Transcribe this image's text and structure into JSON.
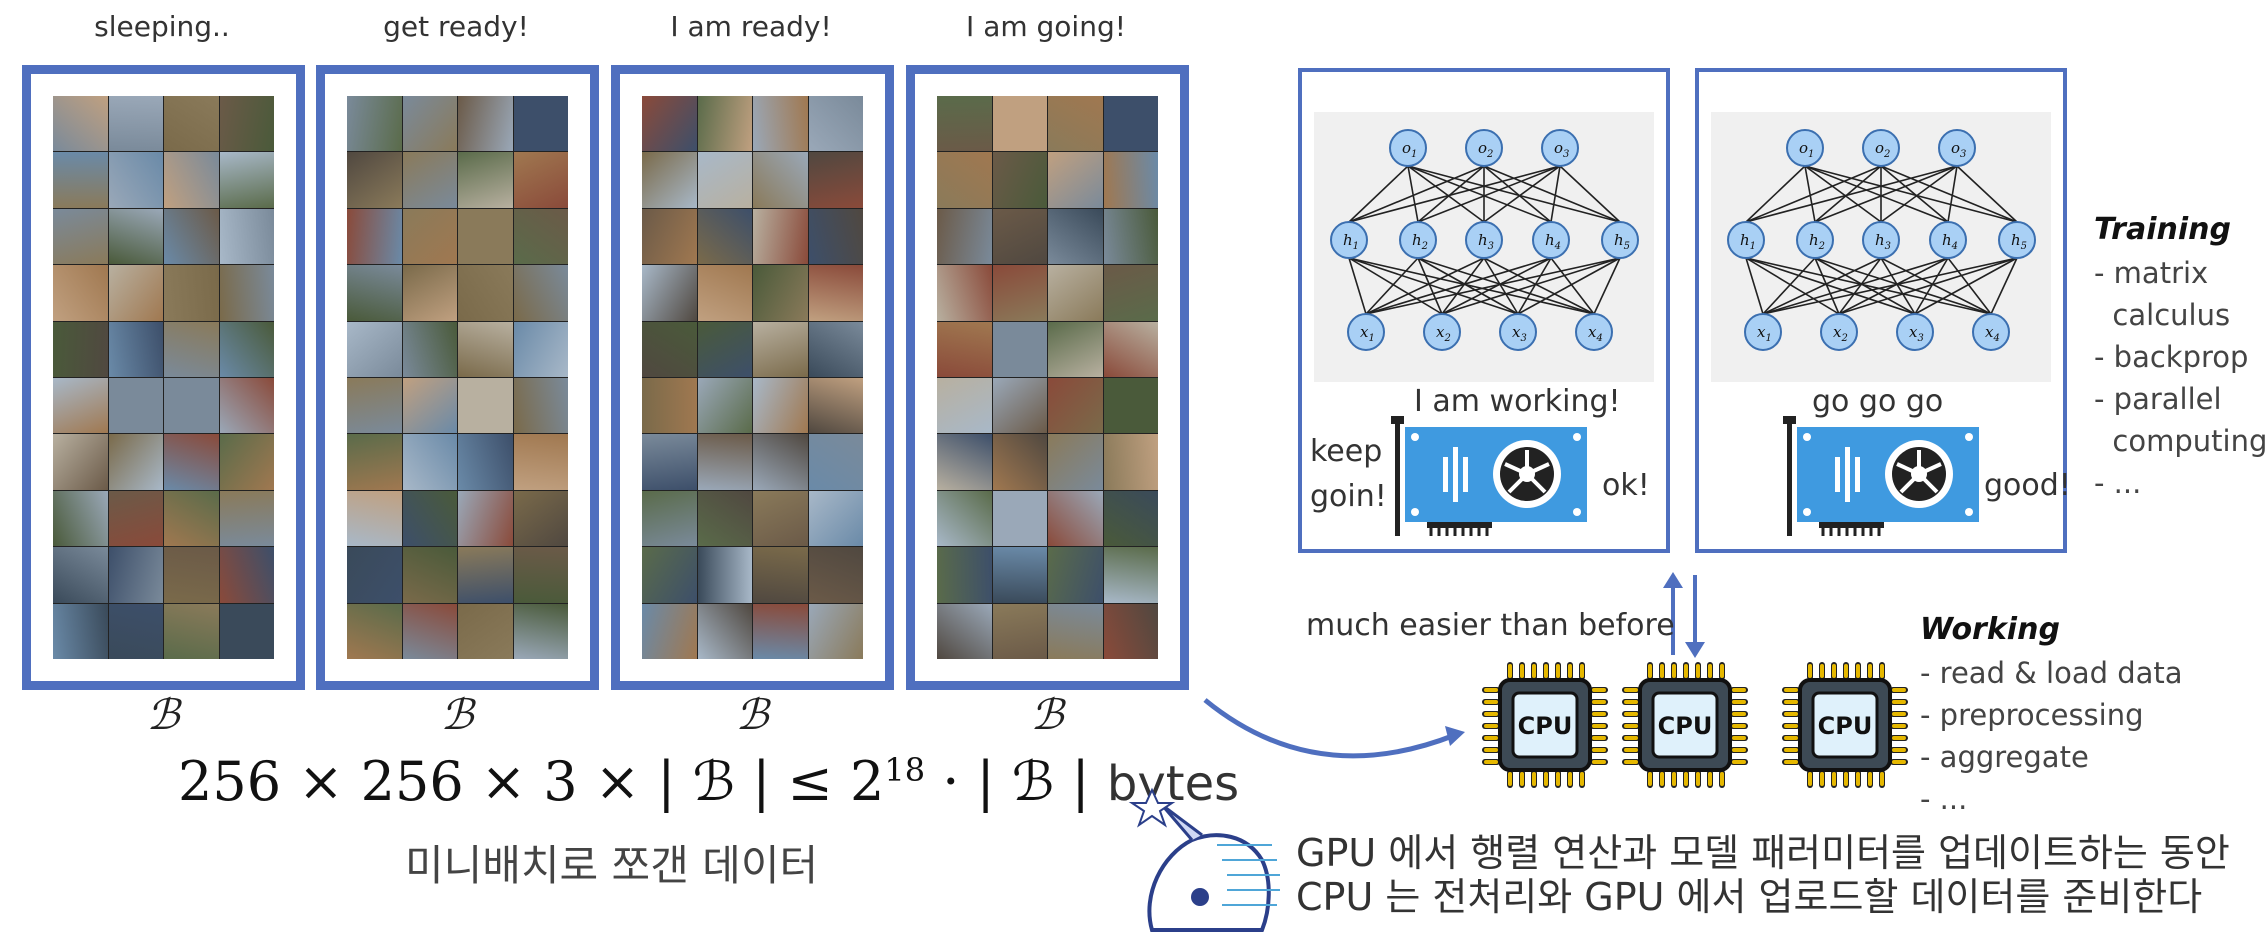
{
  "batches": [
    {
      "title": "sleeping..",
      "symbol": "ℬ"
    },
    {
      "title": "get ready!",
      "symbol": "ℬ"
    },
    {
      "title": "I am ready!",
      "symbol": "ℬ"
    },
    {
      "title": "I am going!",
      "symbol": "ℬ"
    }
  ],
  "formula": {
    "lhs": "256 × 256 × 3 × | ℬ | ≤ 2",
    "exp": "18",
    "rhs": " · | ℬ | ",
    "unit": "bytes"
  },
  "minibatch_caption": "미니배치로 쪼갠 데이터",
  "panel1": {
    "caption": "I am working!",
    "left_text_1": "keep",
    "left_text_2": "goin!",
    "right_text": "ok!"
  },
  "panel2": {
    "caption": "go go go",
    "right_text": "good!"
  },
  "network": {
    "outputs": [
      "o1",
      "o2",
      "o3"
    ],
    "hidden": [
      "h1",
      "h2",
      "h3",
      "h4",
      "h5"
    ],
    "inputs": [
      "x1",
      "x2",
      "x3",
      "x4"
    ]
  },
  "training": {
    "title": "Training",
    "items": [
      "- matrix",
      "  calculus",
      "- backprop",
      "- parallel",
      "  computing",
      "- ..."
    ]
  },
  "working": {
    "title": "Working",
    "items": [
      "- read & load data",
      "- preprocessing",
      "- aggregate",
      "- ..."
    ]
  },
  "easier_text": "much easier than before",
  "cpu_label": "CPU",
  "footer": {
    "line1": "GPU 에서 행렬 연산과 모델 패러미터를 업데이트하는 동안",
    "line2": "CPU 는 전처리와 GPU 에서 업로드할 데이터를 준비한다"
  },
  "colors": {
    "frame_blue": "#4f6fbf",
    "node_blue": "#a9d0f5",
    "gpu_blue": "#3f9ae0",
    "cpu_gold": "#e6b800"
  }
}
